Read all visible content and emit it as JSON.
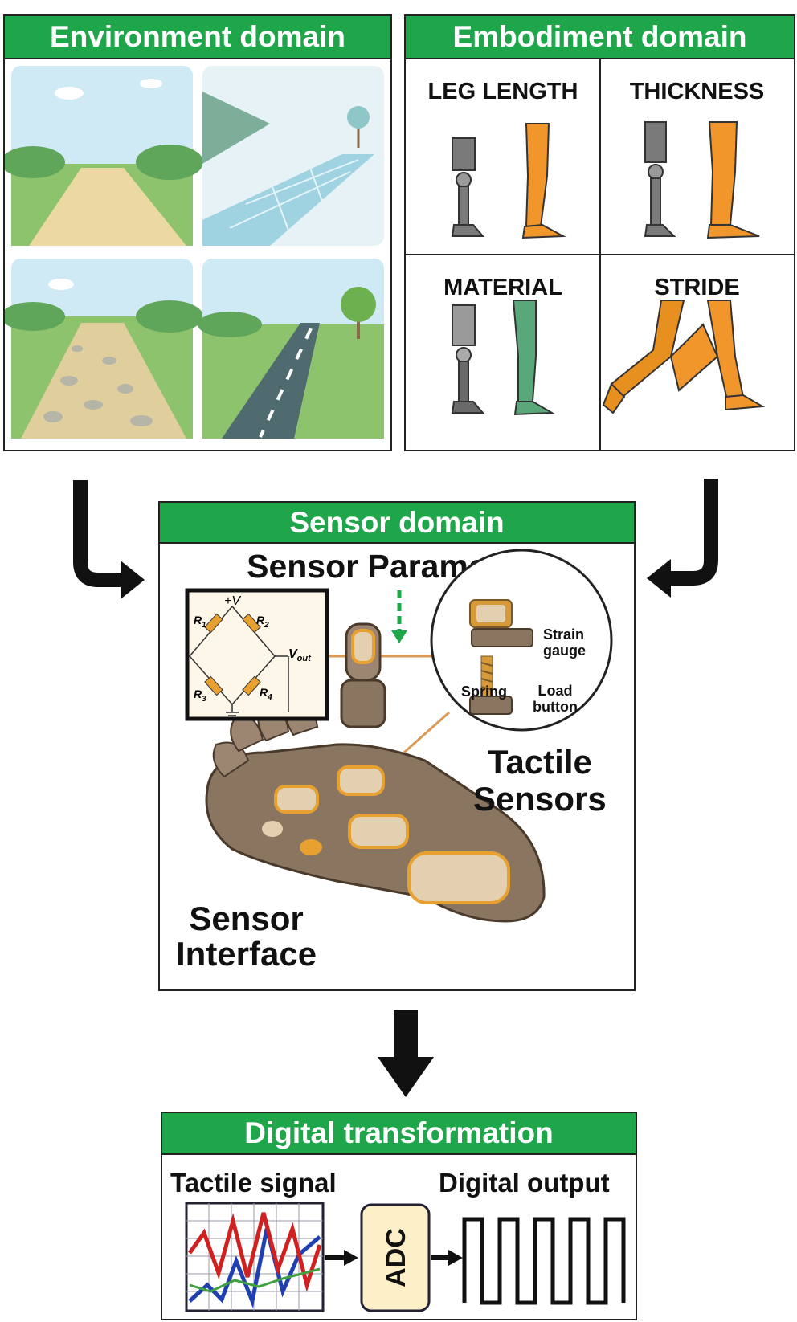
{
  "environment": {
    "title": "Environment domain"
  },
  "embodiment": {
    "title": "Embodiment domain",
    "cells": [
      "LEG LENGTH",
      "THICKNESS",
      "MATERIAL",
      "STRIDE"
    ]
  },
  "sensor": {
    "title": "Sensor domain",
    "parameters_label": "Sensor Parameters",
    "circuit": {
      "vplus": "+V",
      "r1": "R",
      "r2": "R",
      "r3": "R",
      "r4": "R",
      "sub1": "1",
      "sub2": "2",
      "sub3": "3",
      "sub4": "4",
      "vout": "V",
      "vout_sub": "out"
    },
    "tactile_line1": "Tactile",
    "tactile_line2": "Sensors",
    "interface_line1": "Sensor",
    "interface_line2": "Interface",
    "strain_line1": "Strain",
    "strain_line2": "gauge",
    "spring": "Spring",
    "load_line1": "Load",
    "load_line2": "button"
  },
  "digital": {
    "title": "Digital transformation",
    "tactile_signal": "Tactile signal",
    "digital_output": "Digital output",
    "adc": "ADC"
  },
  "colors": {
    "header_green": "#1fa64a",
    "leg_orange": "#f0962a",
    "leg_grey": "#7a7a7a",
    "leg_green": "#5aa77a",
    "foot_brown": "#8a7560",
    "sensor_orange": "#e8a030"
  }
}
